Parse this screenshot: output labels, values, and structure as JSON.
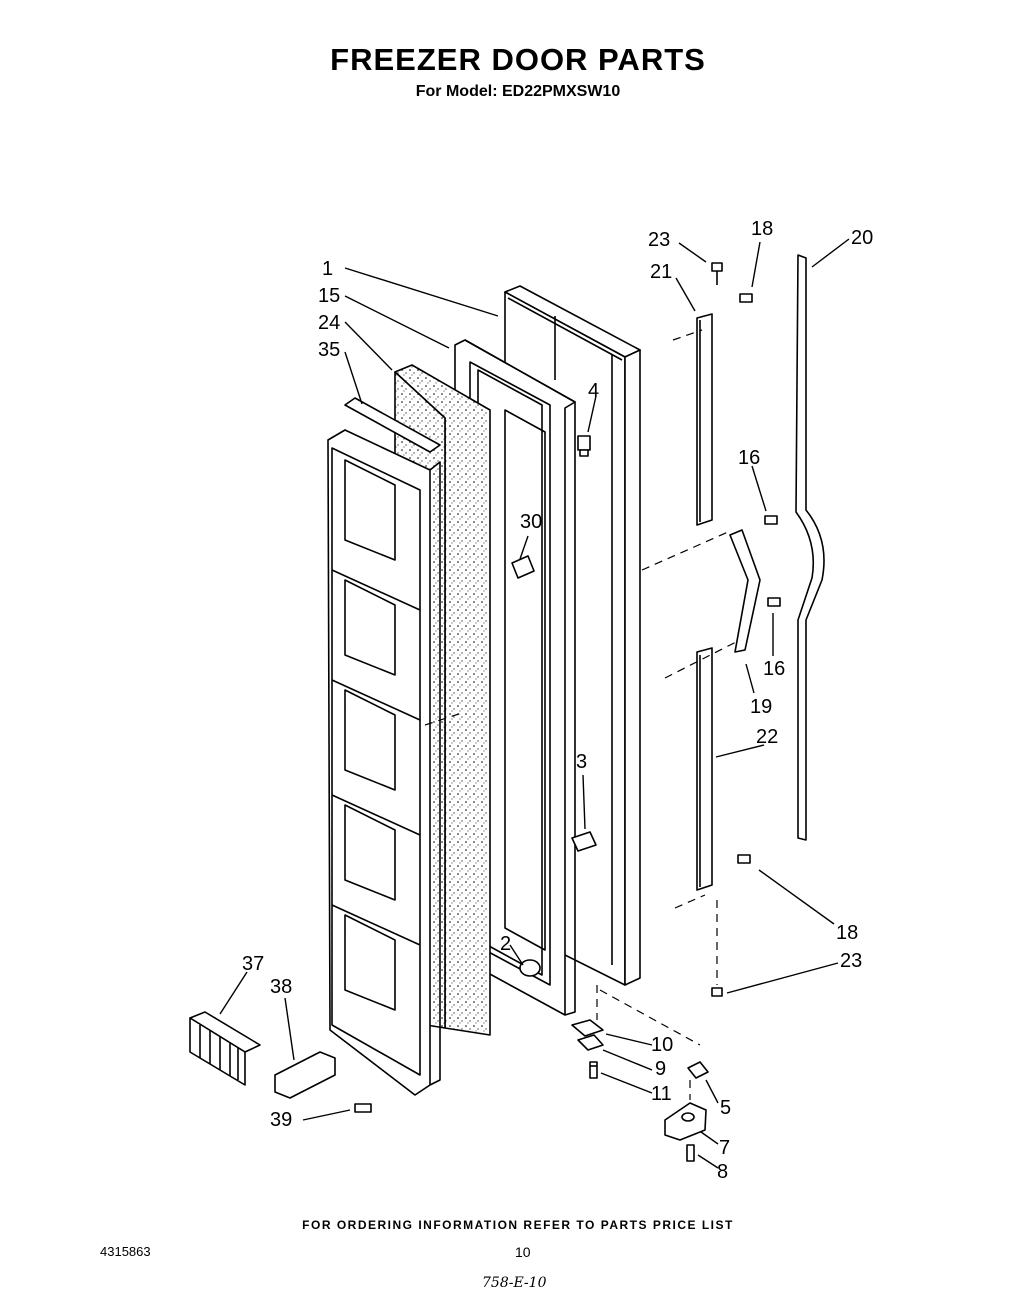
{
  "title": "FREEZER DOOR PARTS",
  "model_label": "For Model: ED22PMXSW10",
  "callouts": {
    "c1": "1",
    "c15": "15",
    "c24": "24",
    "c35": "35",
    "c23a": "23",
    "c18a": "18",
    "c20": "20",
    "c21": "21",
    "c4": "4",
    "c16a": "16",
    "c30": "30",
    "c16b": "16",
    "c19": "19",
    "c22": "22",
    "c3": "3",
    "c18b": "18",
    "c23b": "23",
    "c2": "2",
    "c37": "37",
    "c38": "38",
    "c10": "10",
    "c9": "9",
    "c11": "11",
    "c5": "5",
    "c39": "39",
    "c7": "7",
    "c8": "8"
  },
  "footer_text": "FOR ORDERING INFORMATION REFER TO PARTS PRICE LIST",
  "doc_number": "4315863",
  "page_number": "10",
  "handwritten_note": "758-E-10"
}
